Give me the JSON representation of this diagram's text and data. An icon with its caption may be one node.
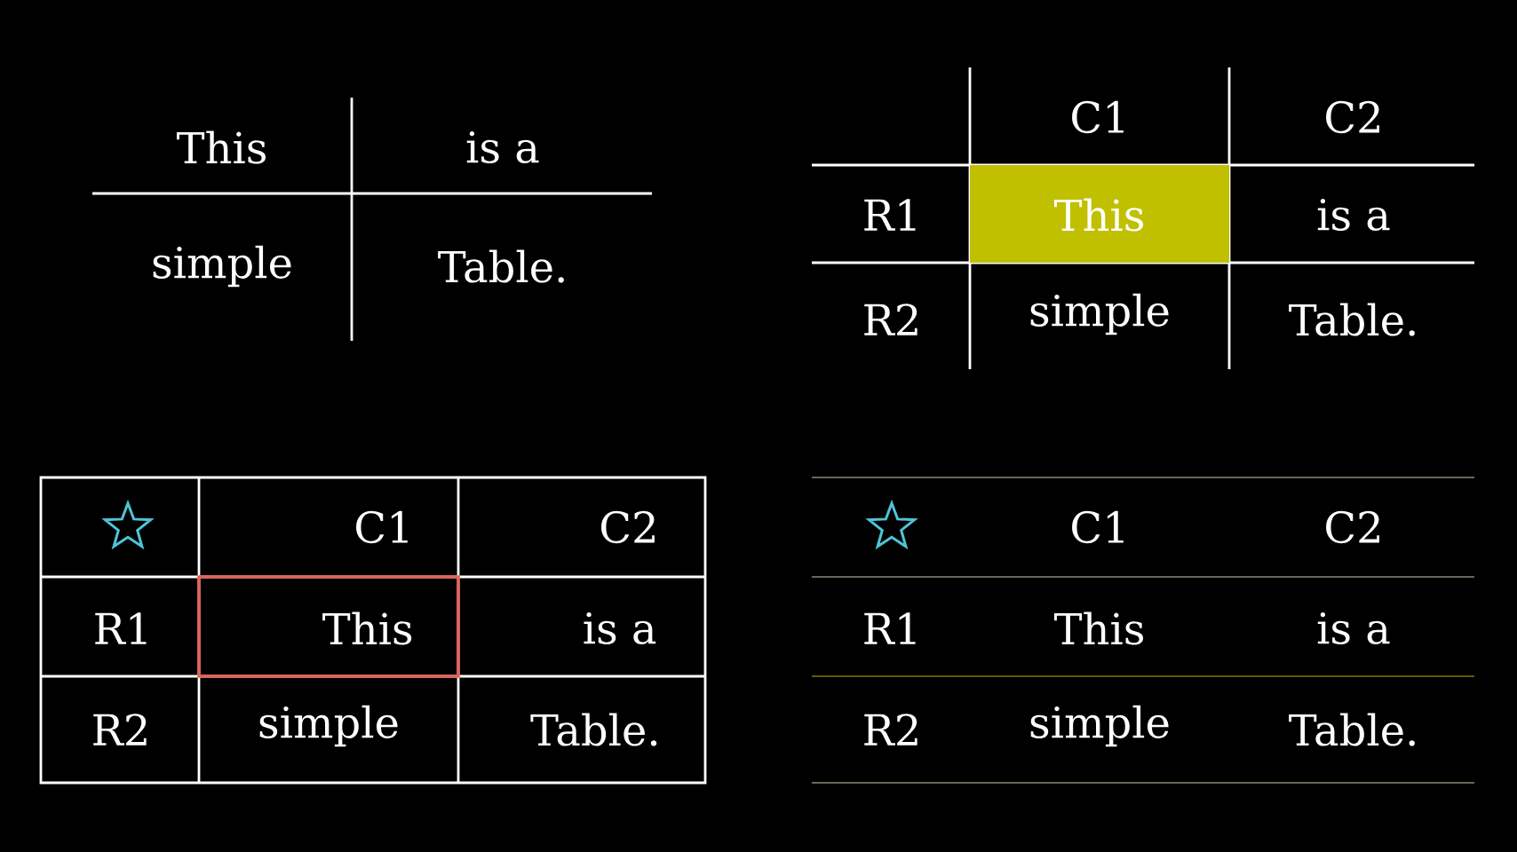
{
  "diagram": {
    "labels": [
      "This",
      "is a",
      "simple",
      "Table.",
      "C1",
      "C2",
      "R1",
      "This",
      "is a",
      "R2",
      "simple",
      "Table.",
      "C1",
      "C2",
      "R1",
      "This",
      "is a",
      "R2",
      "simple",
      "Table.",
      "C1",
      "C2",
      "R1",
      "This",
      "is a",
      "R2",
      "simple",
      "Table."
    ]
  }
}
